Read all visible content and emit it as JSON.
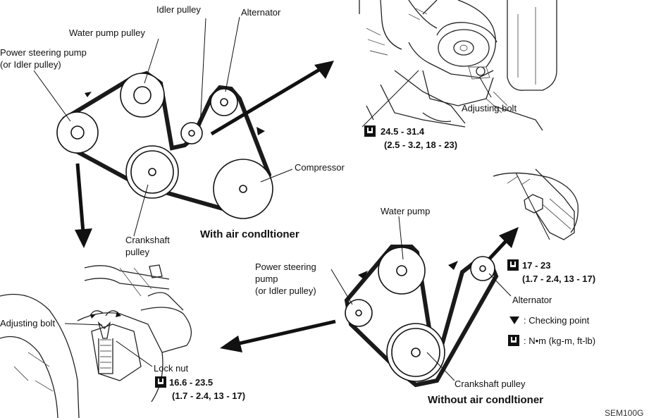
{
  "diagram": {
    "with_ac": {
      "caption": "With air condltioner",
      "idler_pulley": "Idler pulley",
      "alternator": "Alternator",
      "water_pump_pulley": "Water pump pulley",
      "ps_pump_line1": "Power steering pump",
      "ps_pump_line2": "(or Idler pulley)",
      "compressor": "Compressor",
      "crankshaft_line1": "Crankshaft",
      "crankshaft_line2": "pulley"
    },
    "without_ac": {
      "caption": "Without air condltioner",
      "water_pump": "Water pump",
      "ps_line1": "Power steering",
      "ps_line2": "pump",
      "ps_line3": "(or Idler pulley)",
      "alternator": "Alternator",
      "crankshaft_pulley": "Crankshaft pulley"
    },
    "detail_top": {
      "adjusting_bolt": "Adjusting bolt",
      "torque_line1": "24.5 - 31.4",
      "torque_line2": "(2.5 - 3.2, 18 - 23)"
    },
    "detail_right": {
      "torque_line1": "17 - 23",
      "torque_line2": "(1.7 - 2.4, 13 - 17)"
    },
    "detail_left": {
      "adjusting_bolt": "Adjusting bolt",
      "lock_nut": "Lock nut",
      "torque_line1": "16.6 - 23.5",
      "torque_line2": "(1.7 - 2.4, 13 - 17)"
    },
    "legend": {
      "checking_point": ": Checking point",
      "torque_unit": ": N•m (kg-m, ft-lb)"
    },
    "figure_code": "SEM100G"
  }
}
